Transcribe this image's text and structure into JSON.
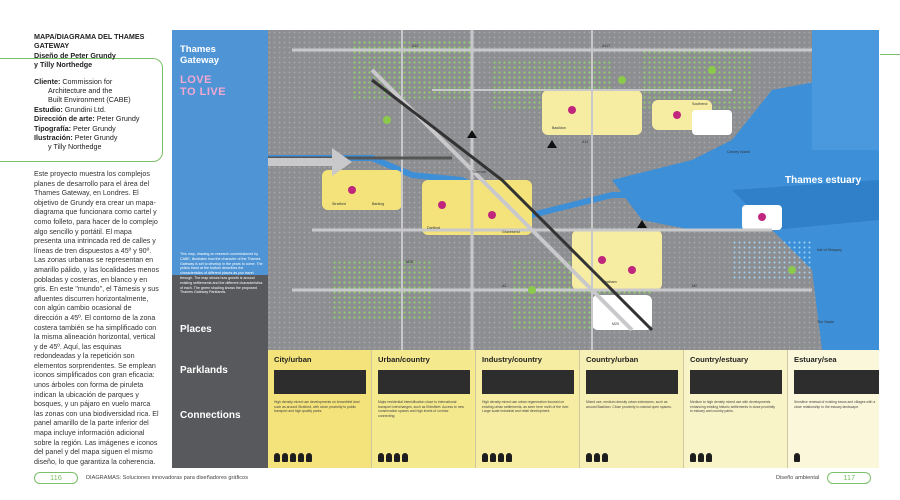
{
  "left": {
    "title_lines": [
      "MAPA/DIAGRAMA DEL THAMES GATEWAY",
      "Diseño de Peter Grundy",
      "y Tilly Northedge"
    ],
    "credits": [
      {
        "label": "Cliente:",
        "value": "Commission for"
      },
      {
        "label": "",
        "value": "Architecture and the"
      },
      {
        "label": "",
        "value": "Built Environment (CABE)"
      },
      {
        "label": "Estudio:",
        "value": "Grundini Ltd."
      },
      {
        "label": "Dirección de arte:",
        "value": "Peter Grundy"
      },
      {
        "label": "Tipografía:",
        "value": "Peter Grundy"
      },
      {
        "label": "Ilustración:",
        "value": "Peter Grundy"
      },
      {
        "label": "",
        "value": "y Tilly Northedge"
      }
    ],
    "body": "Este proyecto muestra los complejos planes de desarrollo para el área del Thames Gateway, en Londres. El objetivo de Grundy era crear un mapa-diagrama que funcionara como cartel y como folleto, para hacer de lo complejo algo sencillo y portátil. El mapa presenta una intrincada red de calles y líneas de tren dispuestos a 45º y 90º. Las zonas urbanas se representan en amarillo pálido, y las localidades menos pobladas y costeras, en blanco y en gris. En este \"mundo\", el Támesis y sus afluentes discurren horizontalmente, con algún cambio ocasional de dirección a 45º. El contorno de la zona costera también se ha simplificado con la misma alineación horizontal, vertical y de 45º. Aquí, las esquinas redondeadas y la repetición son elementos sorprendentes. Se emplean iconos simplificados con gran eficacia: unos árboles con forma de piruleta indican la ubicación de parques y bosques, y un pájaro en vuelo marca las zonas con una biodiversidad rica. El panel amarillo de la parte inferior del mapa incluye información adicional sobre la región. Las imágenes e iconos del panel y del mapa siguen el mismo diseño, lo que garantiza la coherencia."
  },
  "map": {
    "panel_title": [
      "Thames",
      "Gateway"
    ],
    "panel_love": [
      "LOVE",
      "TO LIVE"
    ],
    "panel_desc": "This map, drawing on research commissioned by CABE, illustrates how the character of the Thames Gateway is set to develop in the years to come. The yellow band at the bottom describes the characteristics of different places as you travel through. The map shows how growth is around existing settlements and the different characteristics of each. The green shading shows the proposed Thames Gateway Parklands.",
    "sections": [
      "Places",
      "Parklands",
      "Connections"
    ],
    "estuary_label": "Thames estuary",
    "place_labels": [
      "Canvey Island",
      "Isle of Sheppey",
      "The Swale",
      "Southend",
      "Basildon",
      "Dartford",
      "Gravesend",
      "Chatham",
      "Stratford",
      "Barking",
      "Thurrock"
    ],
    "road_labels": [
      "A12",
      "A127",
      "A13",
      "A2",
      "M25",
      "M2",
      "M20"
    ]
  },
  "bands": [
    {
      "title": "City/urban",
      "text": "High density mixed use developments on brownfield land such as around Stratford, with close proximity to public transport and high quality parks."
    },
    {
      "title": "Urban/country",
      "text": "Major residential intensification close to international transport interchanges, such as Ebbsfleet. Access to new conservation spaces and high levels of corridor connecting."
    },
    {
      "title": "Industry/country",
      "text": "High density mixed use urban regeneration focused on existing urban settlements, as seen here north of the river. Large scale industrial and retail development."
    },
    {
      "title": "Country/urban",
      "text": "Mixed use, medium density urban extensions, such as around Basildon. Close proximity to natural open spaces."
    },
    {
      "title": "Country/estuary",
      "text": "Medium to high density mixed use with developments enhancing existing historic settlements in close proximity to estuary and country parks."
    },
    {
      "title": "Estuary/sea",
      "text": "Sensitive renewal of existing towns and villages with a close relationship to the estuary landscape."
    }
  ],
  "footer": {
    "left_page": "116",
    "left_text": "DIAGRAMAS: Soluciones innovadoras para diseñadores gráficos",
    "right_text": "Diseño ambiental",
    "right_page": "117"
  },
  "colors": {
    "accent_green": "#7bbf6a",
    "map_grey": "#8d8e91",
    "river_blue": "#3d8fd8",
    "urban_yellow": "#f3e37a",
    "band_yellow": "#f7eeb0"
  }
}
